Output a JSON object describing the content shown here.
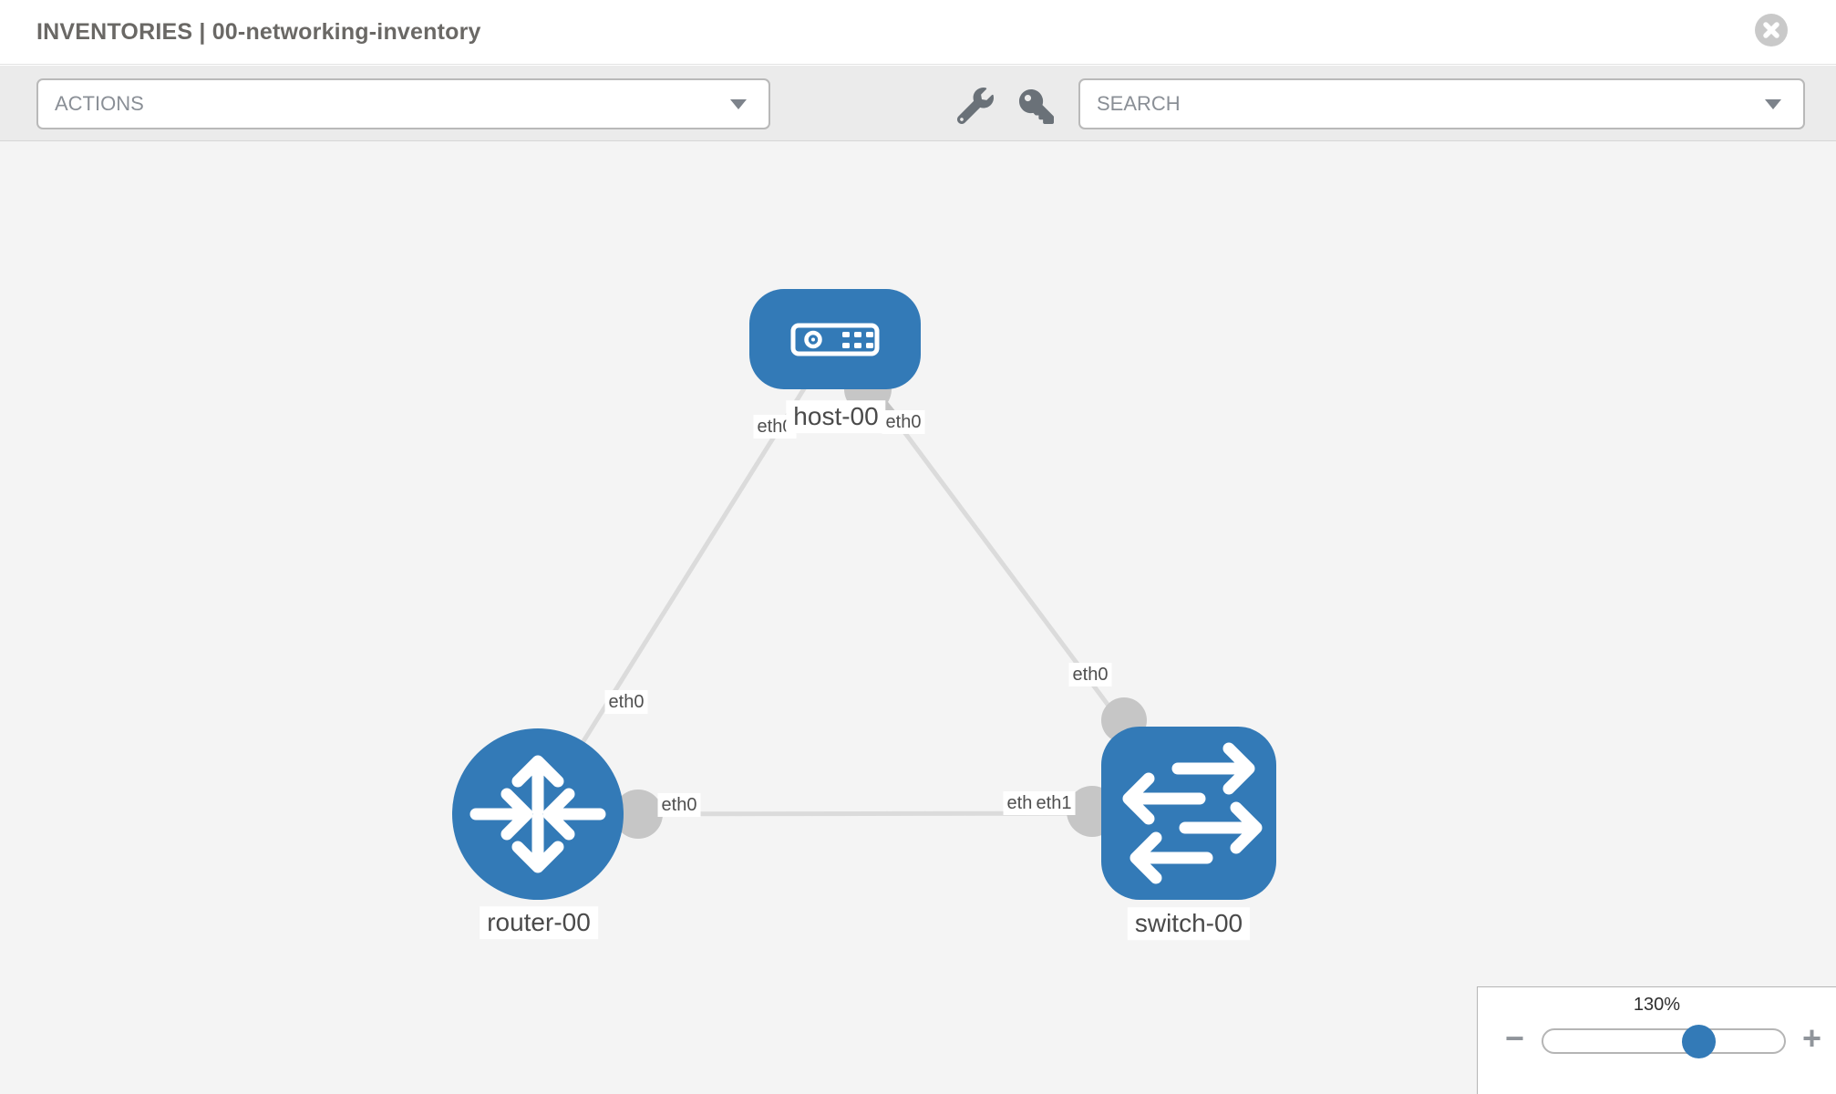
{
  "header": {
    "title": "INVENTORIES | 00-networking-inventory"
  },
  "toolbar": {
    "actions_label": "ACTIONS",
    "search_label": "SEARCH",
    "icons": [
      "wrench-icon",
      "key-icon"
    ]
  },
  "topology": {
    "nodes": [
      {
        "id": "host-00",
        "type": "host",
        "label": "host-00"
      },
      {
        "id": "router-00",
        "type": "router",
        "label": "router-00"
      },
      {
        "id": "switch-00",
        "type": "switch",
        "label": "switch-00"
      }
    ],
    "links": [
      {
        "from": "router-00",
        "from_interface": "eth0",
        "to": "host-00",
        "to_interface": "eth0"
      },
      {
        "from": "host-00",
        "from_interface": "eth0",
        "to": "switch-00",
        "to_interface": "eth0"
      },
      {
        "from": "router-00",
        "from_interface": "eth0",
        "to": "switch-00",
        "to_interface": "eth1"
      }
    ],
    "labels": {
      "rh_mid": "eth0",
      "host_left": "eth0",
      "host_right": "eth0",
      "hs_mid": "eth0",
      "rs_left": "eth0",
      "rs_right_back": "eth0",
      "rs_right_front": "eth1"
    }
  },
  "zoom": {
    "level": "130%",
    "minus": "−",
    "plus": "+"
  },
  "colors": {
    "node_blue": "#337ab7",
    "link_gray": "#dbdbdb",
    "connector_gray": "#c6c6c6",
    "icon_gray": "#6a7178",
    "label_text": "#4a4a4a"
  }
}
